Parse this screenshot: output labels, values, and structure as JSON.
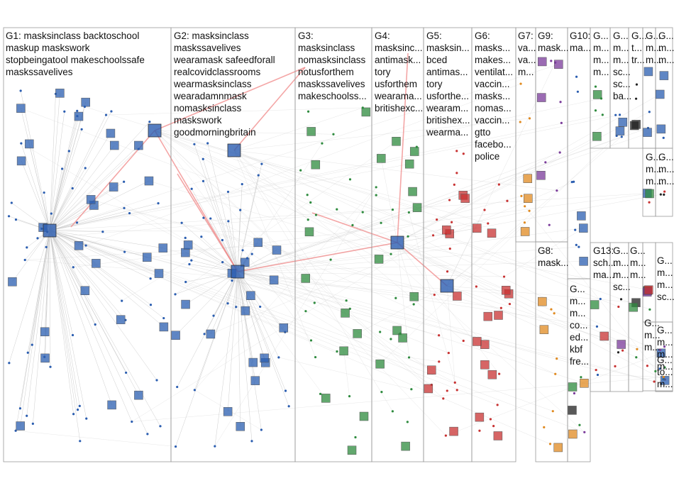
{
  "groups": [
    {
      "id": "G1",
      "lines": [
        "G1: masksinclass backtoschool",
        "maskup maskswork",
        "stopbeingatool makeschoolssafe",
        "maskssavelives"
      ]
    },
    {
      "id": "G2",
      "lines": [
        "G2: masksinclass",
        "maskssavelives",
        "wearamask safeedforall",
        "realcovidclassrooms",
        "wearmasksinclass",
        "wearadamnmask",
        "nomasksinclass",
        "maskswork",
        "goodmorningbritain"
      ]
    },
    {
      "id": "G3",
      "lines": [
        "G3:",
        "masksinclass",
        "nomasksinclass",
        "notusforthem",
        "maskssavelives",
        "makeschoolss..."
      ]
    },
    {
      "id": "G4",
      "lines": [
        "G4:",
        "masksinc...",
        "antimask...",
        "tory",
        "usforthem",
        "wearama...",
        "britishexc..."
      ]
    },
    {
      "id": "G5",
      "lines": [
        "G5:",
        "masksin...",
        "bced",
        "antimas...",
        "tory",
        "usforthe...",
        "wearam...",
        "britishex...",
        "wearma..."
      ]
    },
    {
      "id": "G6",
      "lines": [
        "G6:",
        "masks...",
        "makes...",
        "ventilat...",
        "vaccin...",
        "masks...",
        "nomas...",
        "vaccin...",
        "gtto",
        "facebo...",
        "police"
      ]
    },
    {
      "id": "G7",
      "lines": [
        "G7:",
        "va...",
        "va...",
        "m..."
      ]
    },
    {
      "id": "G9",
      "lines": [
        "G9:",
        "mask..."
      ]
    },
    {
      "id": "G10",
      "lines": [
        "G10:",
        "ma..."
      ]
    },
    {
      "id": "G11",
      "lines": [
        "G...",
        "m...",
        "m...",
        "m..."
      ]
    },
    {
      "id": "G12",
      "lines": [
        "G...",
        "m...",
        "m...",
        "sc...",
        "sc...",
        "ba..."
      ]
    },
    {
      "id": "G14",
      "lines": [
        "G...",
        "t...",
        "tr..."
      ]
    },
    {
      "id": "G15",
      "lines": [
        "G...",
        "m...",
        "m..."
      ]
    },
    {
      "id": "G16",
      "lines": [
        "G...",
        "m...",
        "m..."
      ]
    },
    {
      "id": "G8",
      "lines": [
        "G8:",
        "mask..."
      ]
    },
    {
      "id": "G17",
      "lines": [
        "G...",
        "m...",
        "m..."
      ]
    },
    {
      "id": "G18",
      "lines": [
        "G...",
        "m...",
        "m..."
      ]
    },
    {
      "id": "G19",
      "lines": [
        "G...",
        "m...",
        "m...",
        "sc..."
      ]
    },
    {
      "id": "G20",
      "lines": [
        "G...",
        "m...",
        "m..."
      ]
    },
    {
      "id": "G21",
      "lines": [
        "G...",
        "m...",
        "m...",
        "sc..."
      ]
    },
    {
      "id": "G13",
      "lines": [
        "G13:",
        "sch...",
        "ma..."
      ]
    },
    {
      "id": "G22",
      "lines": [
        "G...",
        "m...",
        "m...",
        "co...",
        "ed...",
        "kbf",
        "fre..."
      ]
    },
    {
      "id": "G23",
      "lines": [
        "G...",
        "m...",
        "m..."
      ]
    },
    {
      "id": "G24",
      "lines": [
        "G...",
        "m...",
        "m...",
        "m..."
      ]
    },
    {
      "id": "G25",
      "lines": [
        "G...",
        "to...",
        "m..."
      ]
    }
  ],
  "colors": {
    "edge": "#c8c8c8",
    "edge_highlight": "#f08080",
    "frame": "#9a9a9a",
    "node_green": "#2e8b3e",
    "node_blue": "#2a5db0",
    "node_red": "#c83232",
    "node_orange": "#e08a20",
    "node_dark": "#222222",
    "node_purple": "#7a3a9a"
  }
}
